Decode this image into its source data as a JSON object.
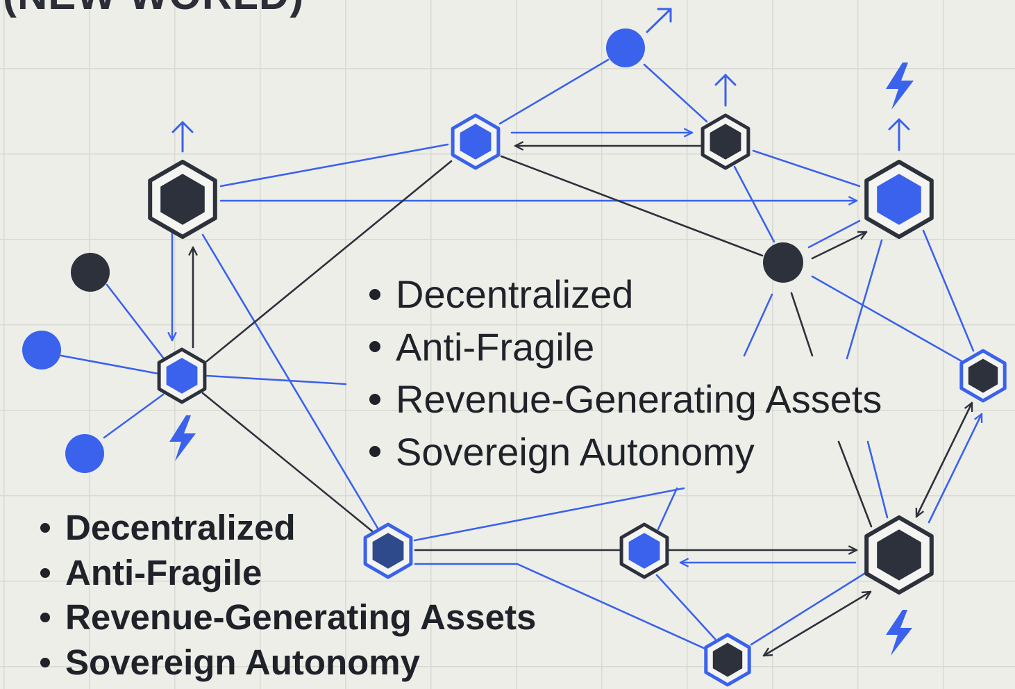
{
  "header": {
    "title": "(NEW WORLD)"
  },
  "center_list": {
    "items": [
      "Decentralized",
      "Anti-Fragile",
      "Revenue-Generating Assets",
      "Sovereign Autonomy"
    ]
  },
  "left_list": {
    "items": [
      "Decentralized",
      "Anti-Fragile",
      "Revenue-Generating Assets",
      "Sovereign Autonomy"
    ]
  },
  "colors": {
    "background": "#eeeee9",
    "accent_blue": "#3a62ec",
    "dark_node": "#2c313b",
    "text": "#1f2229"
  },
  "icons": [
    "up-arrow-icon",
    "lightning-icon",
    "hexagon-node",
    "circle-node"
  ]
}
